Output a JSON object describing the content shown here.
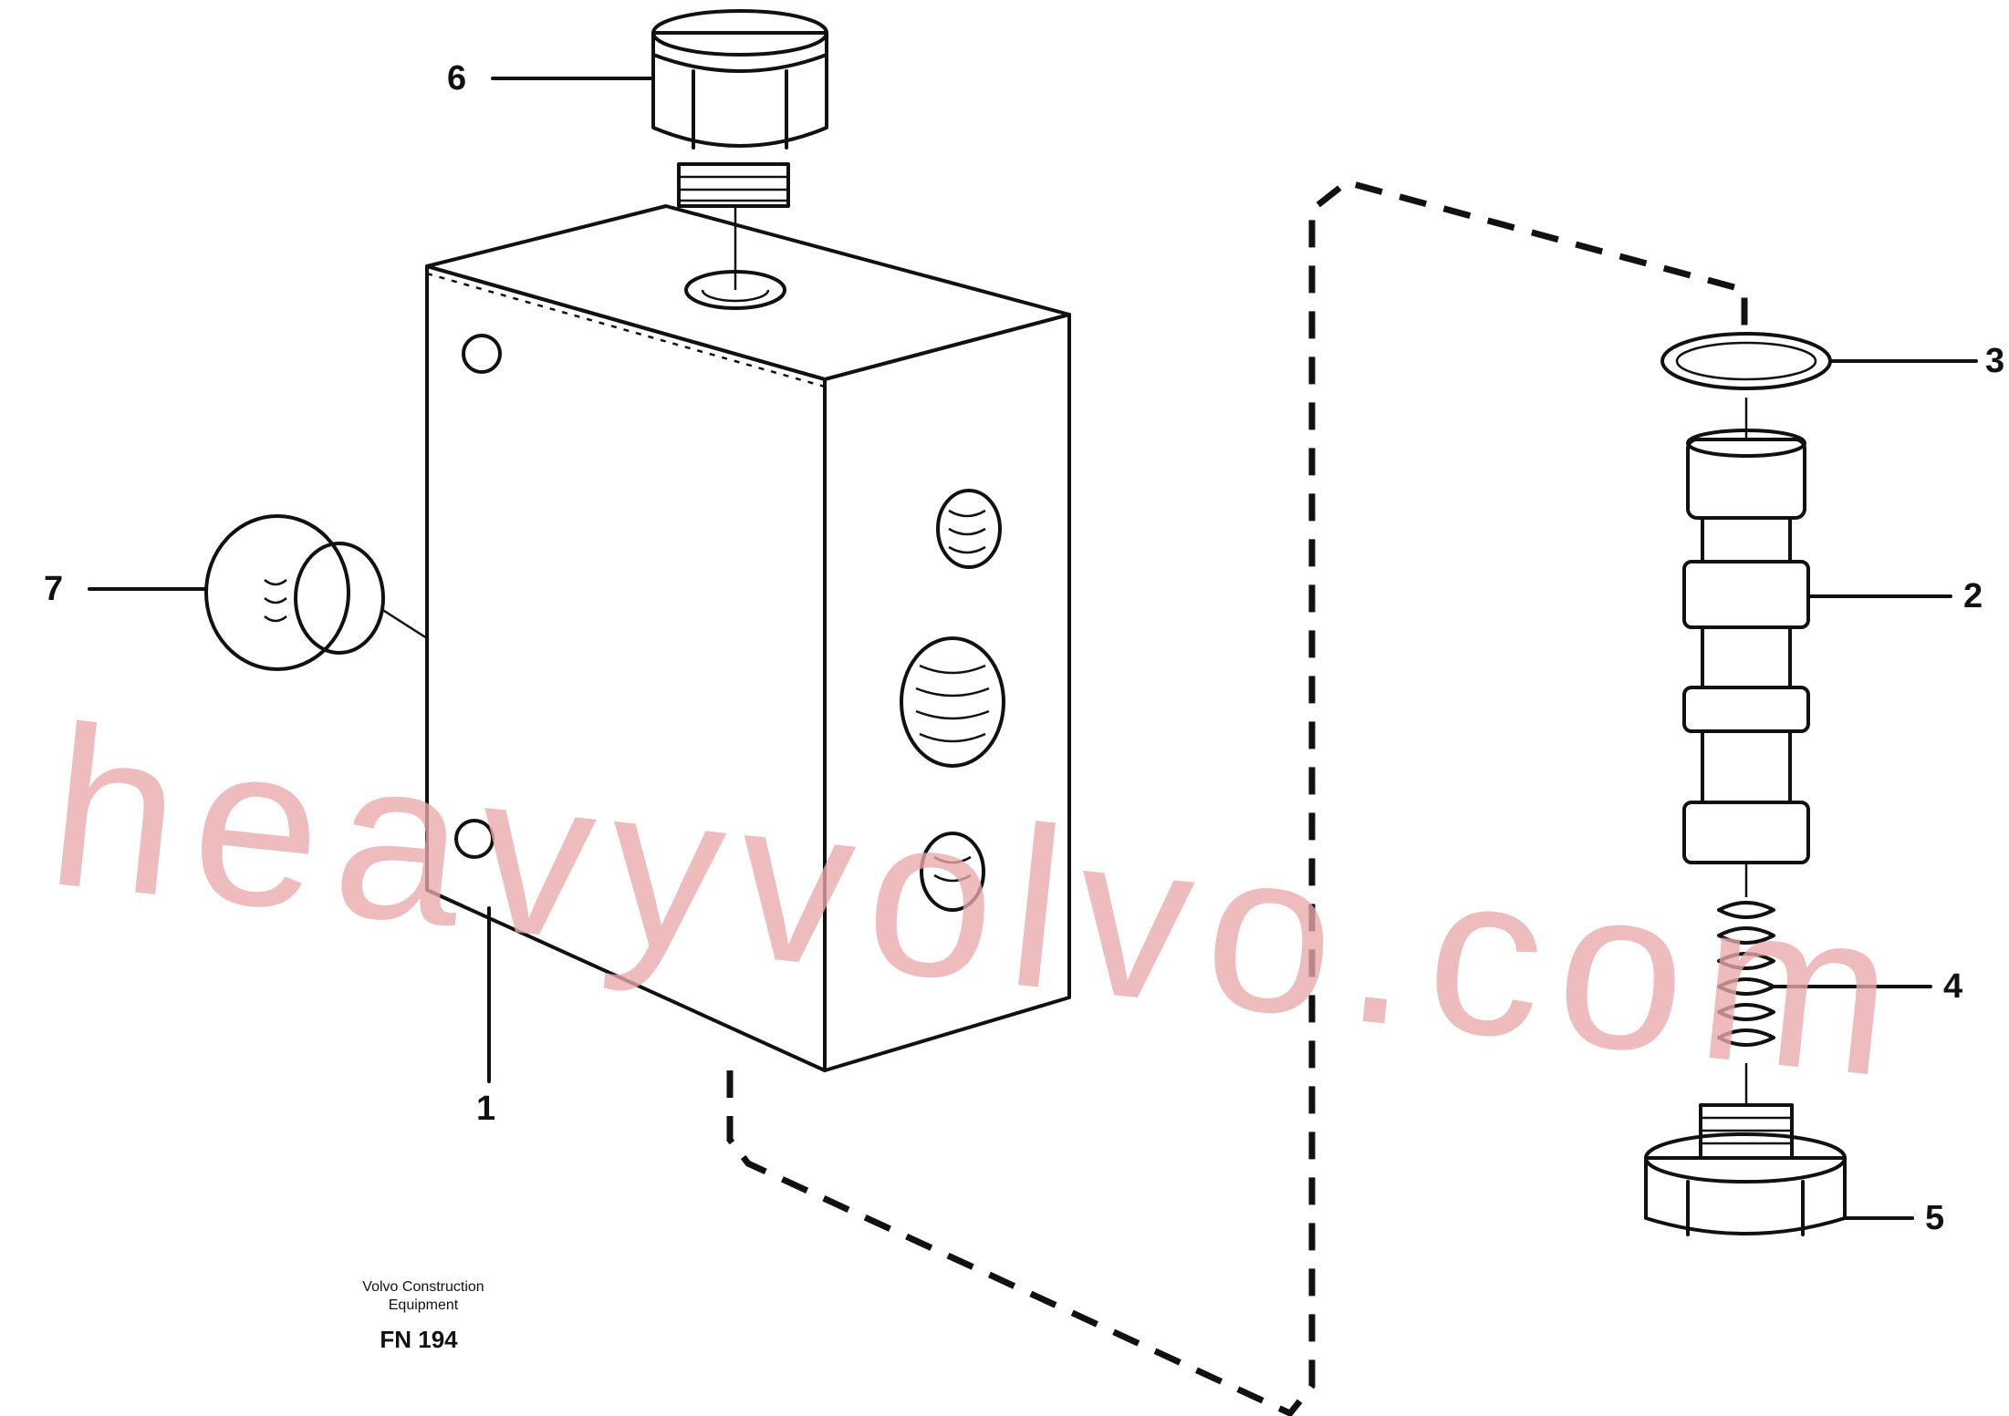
{
  "diagram": {
    "part_callouts": [
      "1",
      "2",
      "3",
      "4",
      "5",
      "6",
      "7"
    ],
    "publisher": {
      "line1": "Volvo Construction",
      "line2": "Equipment"
    },
    "figure_code": "FN 194"
  },
  "watermark": {
    "text": "heavyvolvo.com",
    "color": "#e9a9ab"
  }
}
